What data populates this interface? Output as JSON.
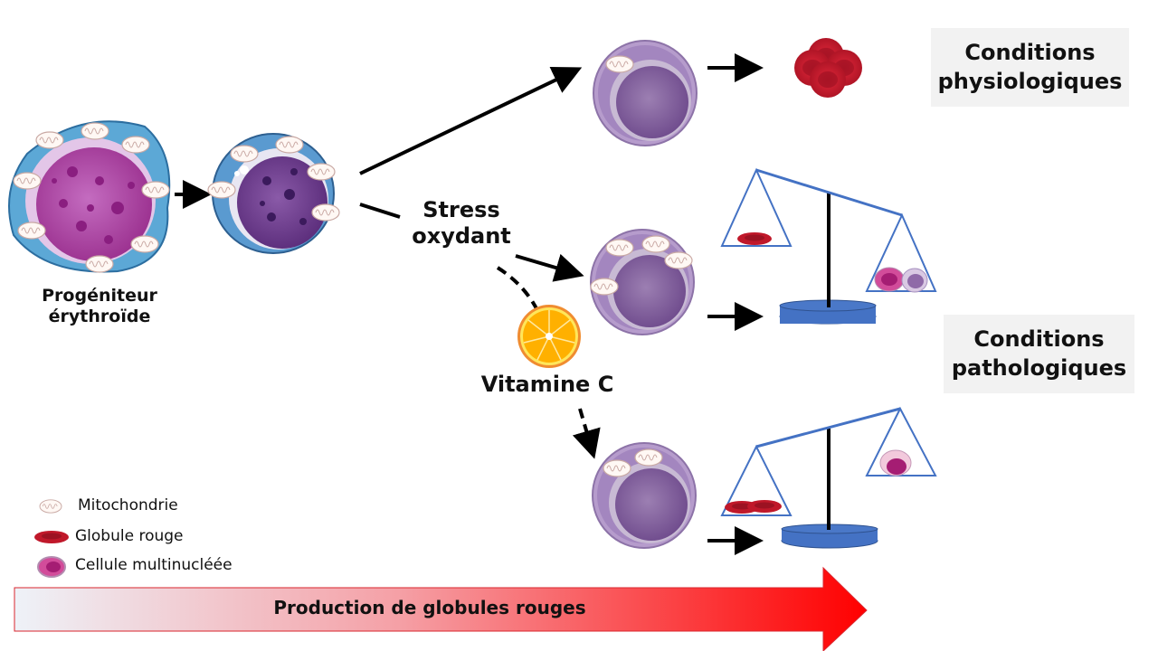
{
  "labels": {
    "progenitor": [
      "Progéniteur",
      "érythroïde"
    ],
    "stress": [
      "Stress",
      "oxydant"
    ],
    "vitamin": "Vitamine C"
  },
  "boxes": {
    "physiological": [
      "Conditions",
      "physiologiques"
    ],
    "pathological": [
      "Conditions",
      "pathologiques"
    ]
  },
  "legend": [
    {
      "icon": "mitochondria-icon",
      "label": "Mitochondrie"
    },
    {
      "icon": "red-blood-cell-icon",
      "label": "Globule rouge"
    },
    {
      "icon": "multinucleated-cell-icon",
      "label": "Cellule multinucléée"
    }
  ],
  "production_arrow": {
    "label": "Production de globules rouges",
    "gradient_start": "#eef2f8",
    "gradient_end": "#ff0000"
  },
  "colors": {
    "balance": "#4472c4",
    "rbc": "#c0182a",
    "orange": "#ffb400",
    "cell_purple": "#8e6aa8"
  }
}
